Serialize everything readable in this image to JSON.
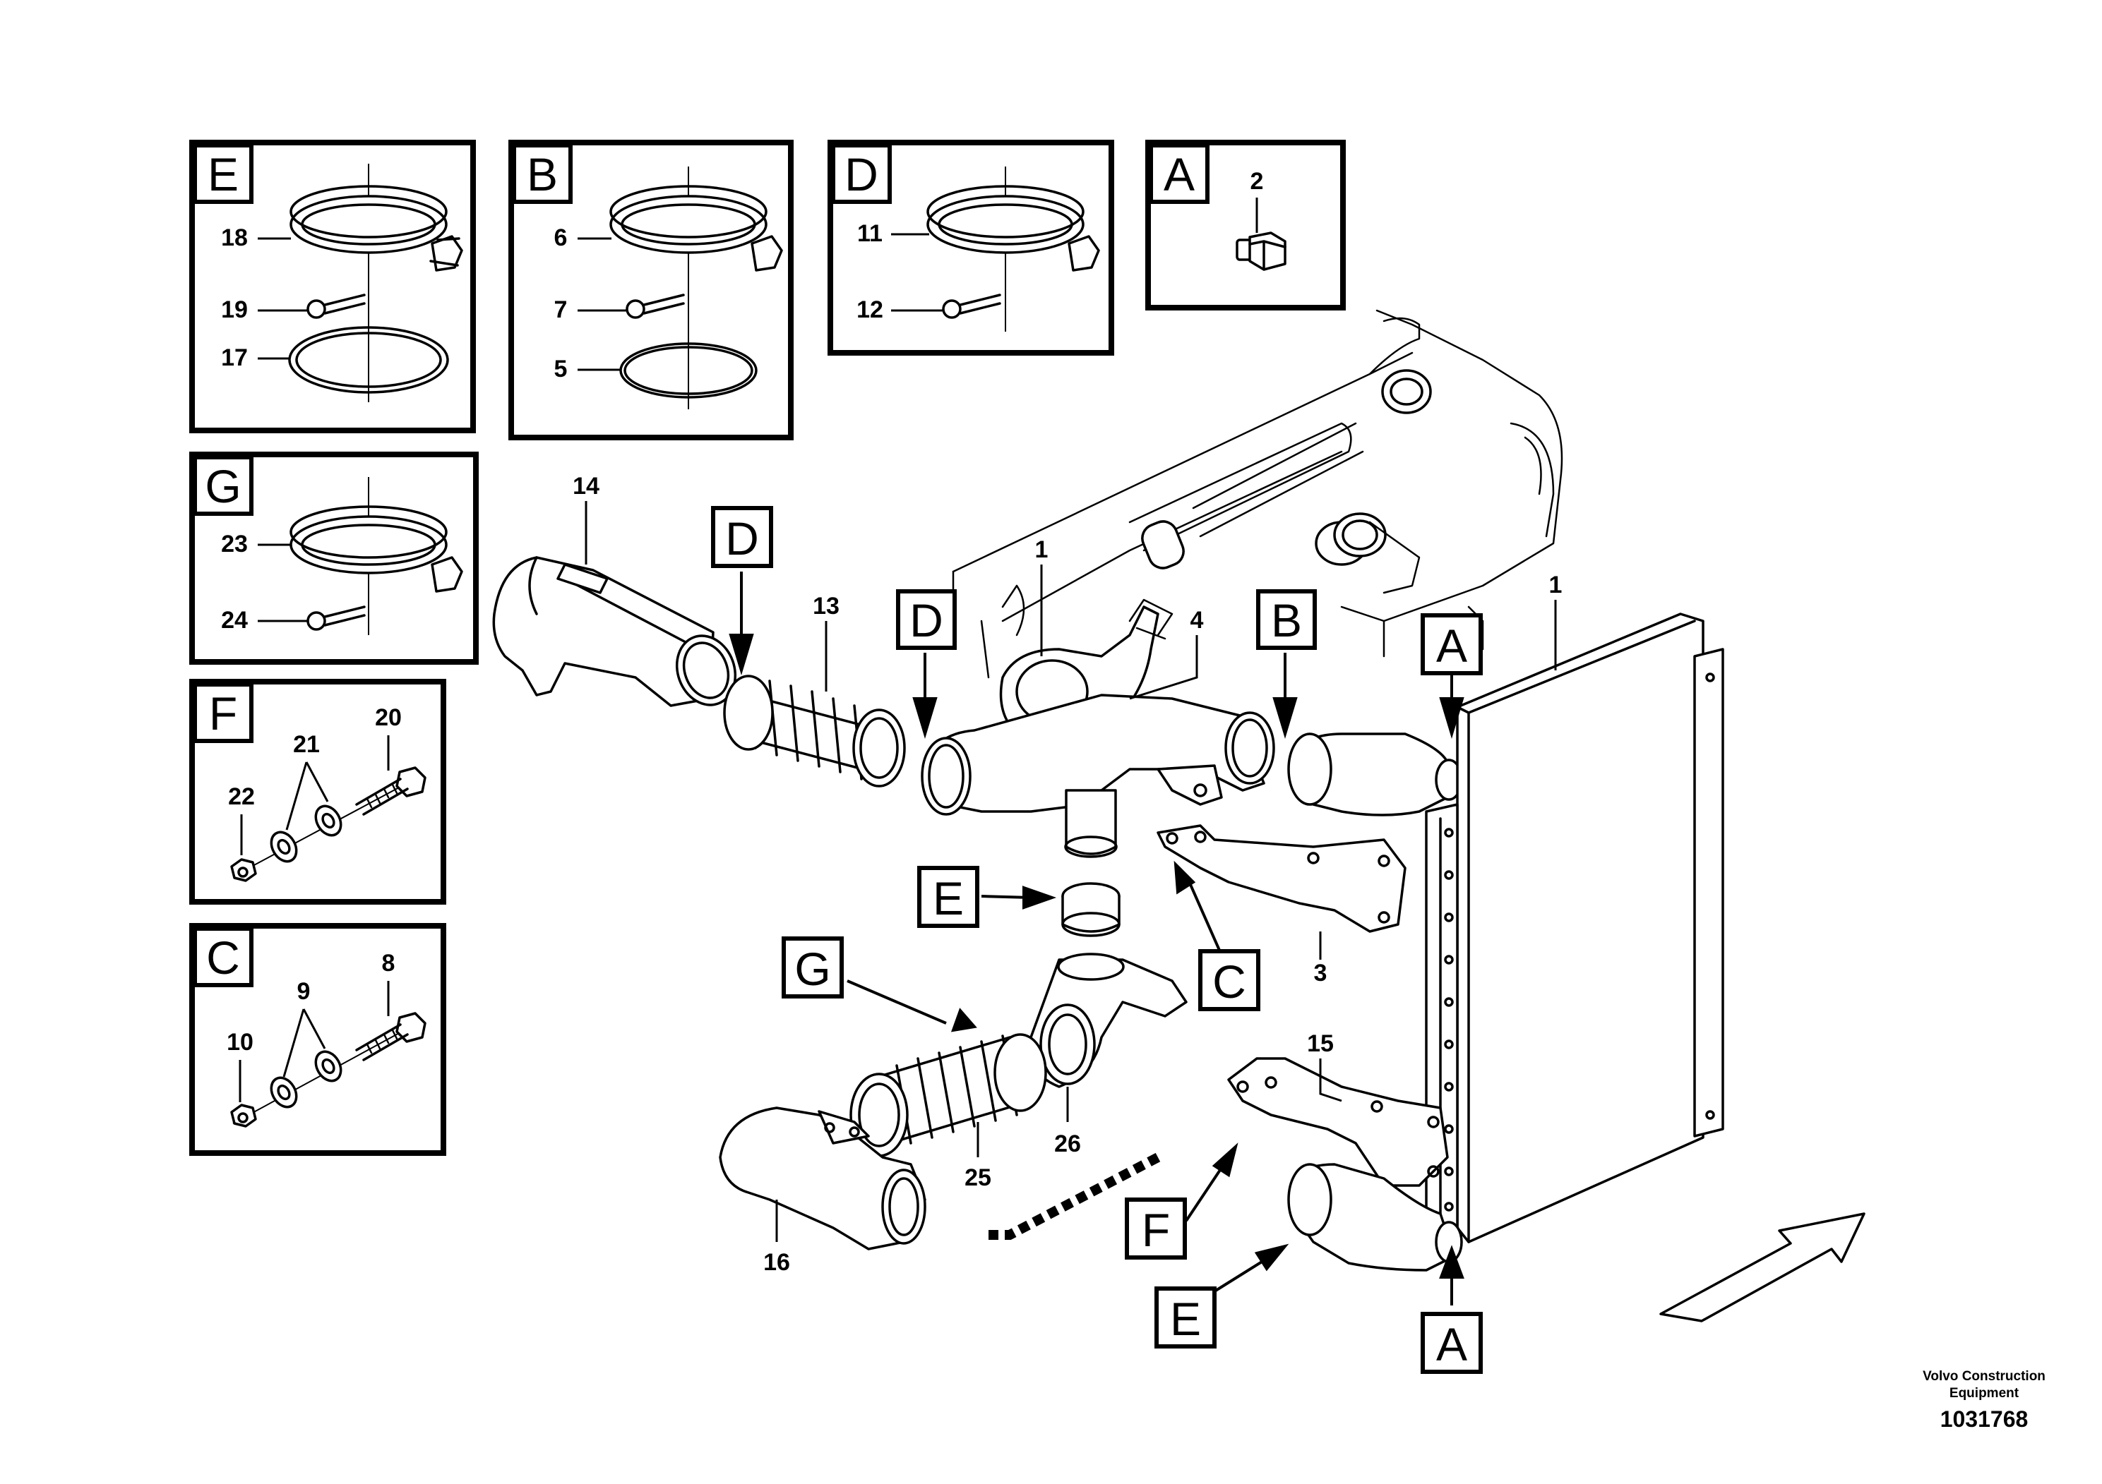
{
  "detail_boxes": {
    "E": {
      "letter": "E",
      "parts": [
        "18",
        "19",
        "17"
      ]
    },
    "B": {
      "letter": "B",
      "parts": [
        "6",
        "7",
        "5"
      ]
    },
    "D": {
      "letter": "D",
      "parts": [
        "11",
        "12"
      ]
    },
    "A": {
      "letter": "A",
      "parts": [
        "2"
      ]
    },
    "G": {
      "letter": "G",
      "parts": [
        "23",
        "24"
      ]
    },
    "F": {
      "letter": "F",
      "parts": [
        "20",
        "21",
        "22"
      ]
    },
    "C": {
      "letter": "C",
      "parts": [
        "8",
        "9",
        "10"
      ]
    }
  },
  "main_callouts": {
    "part_numbers": {
      "p14": "14",
      "p13": "13",
      "p1a": "1",
      "p4": "4",
      "p1b": "1",
      "p3": "3",
      "p15": "15",
      "p25": "25",
      "p26": "26",
      "p16": "16"
    },
    "letters": {
      "D1": "D",
      "D2": "D",
      "B": "B",
      "A_top": "A",
      "E_mid": "E",
      "G": "G",
      "C": "C",
      "F": "F",
      "E_bot": "E",
      "A_bot": "A"
    }
  },
  "footer": {
    "company_line1": "Volvo Construction",
    "company_line2": "Equipment",
    "drawing_number": "1031768"
  }
}
